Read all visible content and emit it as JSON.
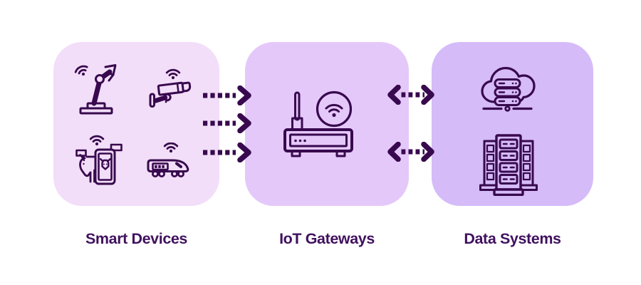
{
  "diagram": {
    "kind": "iot-architecture-flow",
    "columns": [
      {
        "id": "smart-devices",
        "label": "Smart Devices",
        "panel_color": "#f2def8",
        "icons": [
          "robot-arm-icon",
          "cctv-camera-icon",
          "livestock-monitor-icon",
          "smart-train-icon"
        ]
      },
      {
        "id": "iot-gateways",
        "label": "IoT Gateways",
        "panel_color": "#e5c8fa",
        "icons": [
          "wifi-router-icon"
        ]
      },
      {
        "id": "data-systems",
        "label": "Data Systems",
        "panel_color": "#d5bbf8",
        "icons": [
          "cloud-server-icon",
          "server-rack-icon"
        ]
      }
    ],
    "connections": [
      {
        "from": "Smart Devices",
        "to": "IoT Gateways",
        "style": "dotted",
        "direction": "right",
        "arrow_count": 3
      },
      {
        "from": "IoT Gateways",
        "to": "Data Systems",
        "style": "dotted",
        "direction": "bidirectional",
        "arrow_count": 2
      }
    ],
    "colors": {
      "background": "#ffffff",
      "icon_stroke": "#38094e",
      "label_text": "#40115e"
    }
  }
}
